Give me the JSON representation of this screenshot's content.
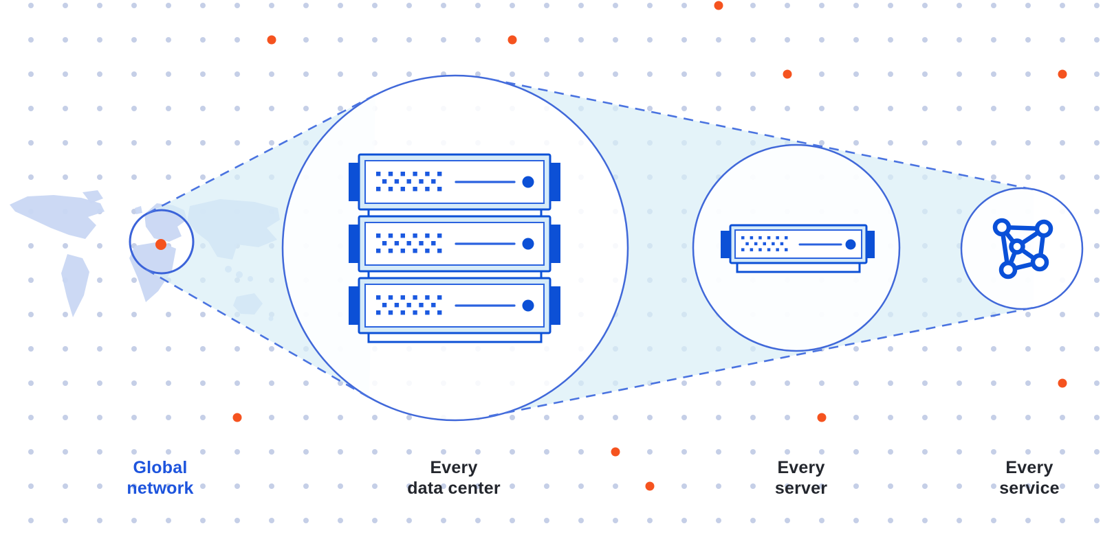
{
  "diagram": {
    "stages": [
      {
        "id": "global-network",
        "line1": "Global",
        "line2": "network",
        "emphasis": "blue"
      },
      {
        "id": "every-data-center",
        "line1": "Every",
        "line2": "data center",
        "emphasis": "dark"
      },
      {
        "id": "every-server",
        "line1": "Every",
        "line2": "server",
        "emphasis": "dark"
      },
      {
        "id": "every-service",
        "line1": "Every",
        "line2": "service",
        "emphasis": "dark"
      }
    ],
    "colors": {
      "primary_blue": "#0a50d8",
      "outline_blue": "#4068d9",
      "dash_blue": "#4a73e0",
      "beam_cyan": "#d9eef7",
      "map_blue": "#c9d7f3",
      "grid_dot": "#c5cfe7",
      "accent_orange": "#f5531f",
      "label_dark": "#23262d",
      "label_blue": "#1d54dd"
    },
    "icons": {
      "map": "world-map",
      "marker": "location-dot-icon",
      "datacenter": "server-rack-icon",
      "server": "server-unit-icon",
      "service": "network-graph-icon"
    }
  }
}
